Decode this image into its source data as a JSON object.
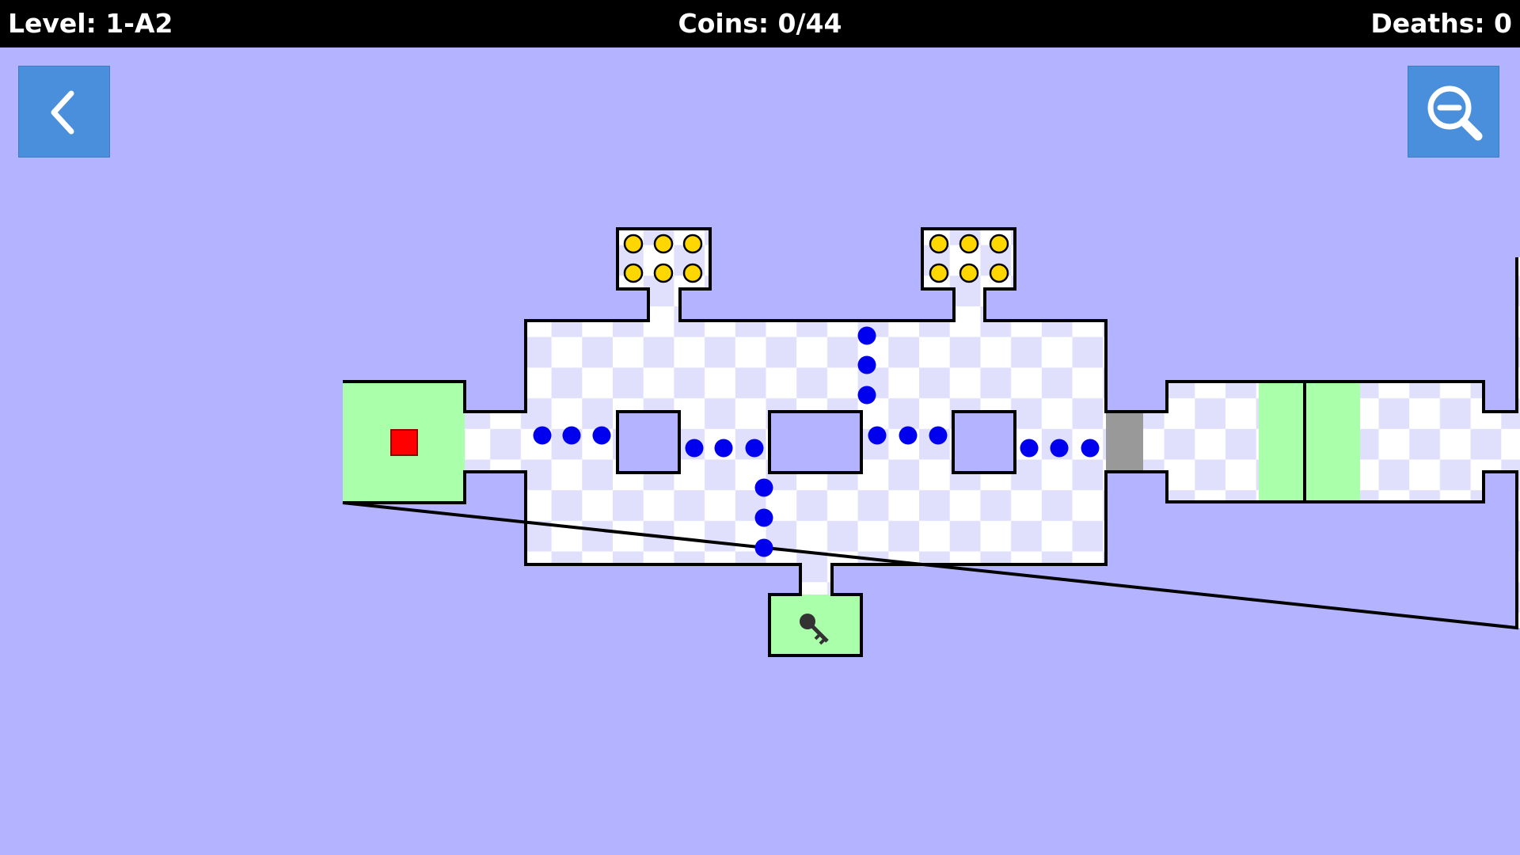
{
  "hud": {
    "level": "Level: 1-A2",
    "coins": "Coins: 0/44",
    "deaths": "Deaths: 0"
  },
  "buttons": {
    "back_icon": "chevron-left-icon",
    "zoom_icon": "zoom-out-icon"
  },
  "colors": {
    "background": "#b3b3ff",
    "checker_light": "#ffffff",
    "checker_dark": "#e0e0fd",
    "safe_zone": "#aaffaa",
    "player": "#ff0000",
    "enemy": "#0000ee",
    "coin": "#ffd700",
    "door": "#999999",
    "button": "#4a8fdb"
  },
  "game": {
    "coins_collected": 0,
    "coins_total": 44,
    "deaths": 0,
    "key_collected": false,
    "door_locked": true
  }
}
